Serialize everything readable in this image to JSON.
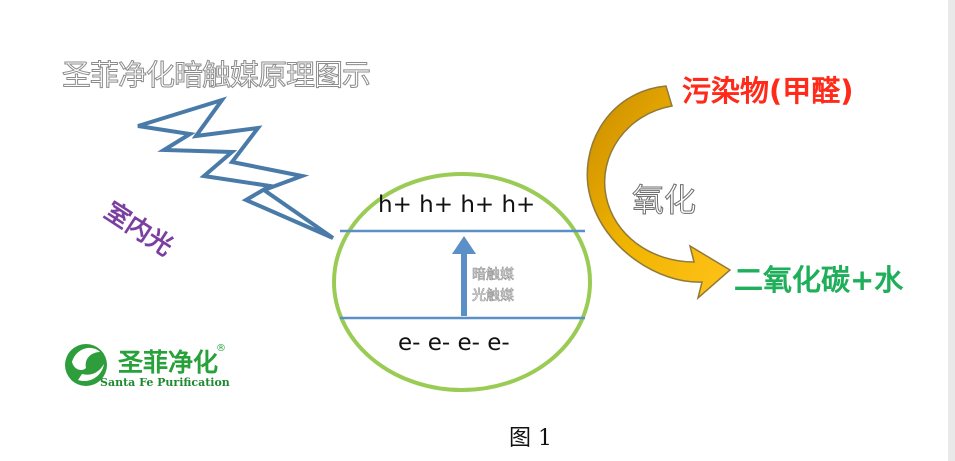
{
  "title": "圣菲净化暗触媒原理图示",
  "light_label": "室内光",
  "pollutant_label": "污染物(甲醛)",
  "oxidation_label": "氧化",
  "product_label": "二氧化碳+水",
  "valence_band_text": "h+ h+ h+ h+",
  "conduction_band_text": "e- e- e- e-",
  "catalyst_labels": [
    "暗触媒",
    "光触媒"
  ],
  "logo": {
    "name": "圣菲净化",
    "registered_mark": "®",
    "english_name": "Santa Fe Purification"
  },
  "caption": "图 1",
  "colors": {
    "lightning_stroke": "#4a7ba8",
    "circle_stroke": "#9acc55",
    "band_lines": "#5b8fc7",
    "arrow": "#5b8fc7",
    "curved_arrow": "#e0a800",
    "pollutant": "#ff2a1a",
    "product": "#1fae5a",
    "light_label": "#7a3fa0",
    "logo": "#27a23a"
  }
}
